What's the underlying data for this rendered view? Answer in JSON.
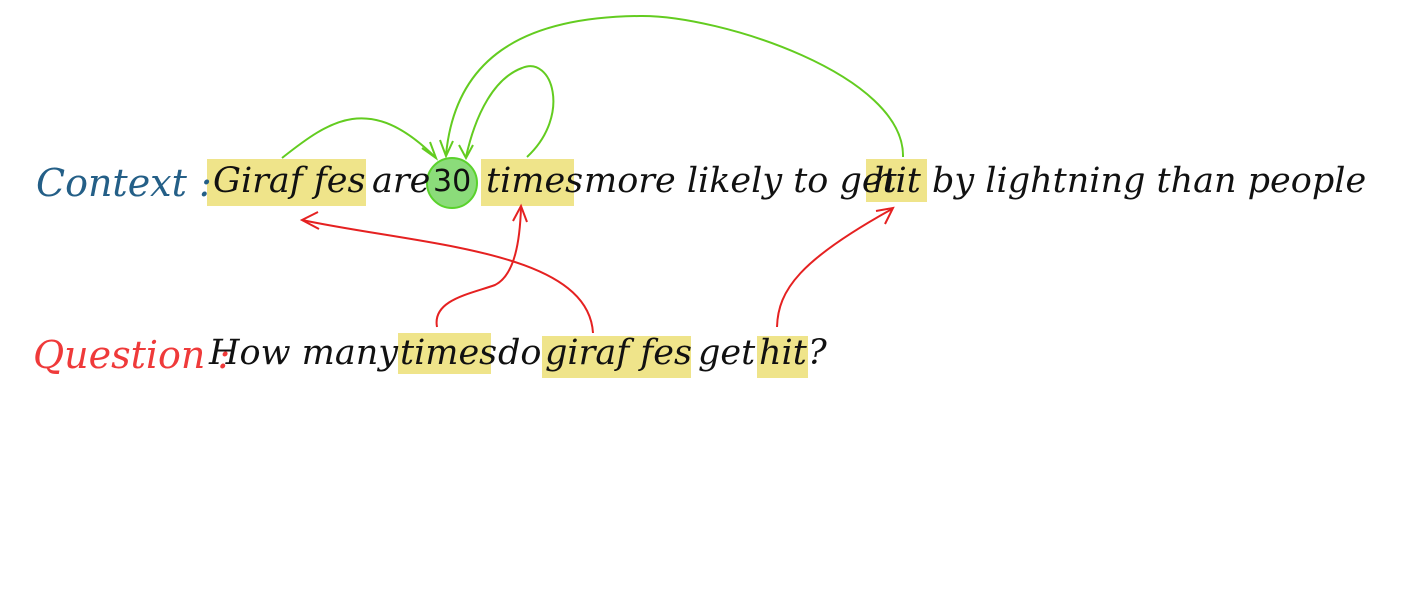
{
  "highlight_color": "#efe48a",
  "colors": {
    "context_label": "#245f87",
    "question_label": "#ef3a3a",
    "green_arrow": "#63cc20",
    "red_arrow": "#e52121",
    "circle_fill": "#8bdc7a"
  },
  "context": {
    "label": "Context :",
    "tokens": [
      "Giraf fes",
      "are",
      "30",
      "times",
      "more likely to get",
      "hit",
      "by lightning than people"
    ]
  },
  "question": {
    "label": "Question :",
    "tokens": [
      "How many",
      "times",
      "do",
      "giraf fes",
      "get",
      "hit",
      "?"
    ]
  }
}
